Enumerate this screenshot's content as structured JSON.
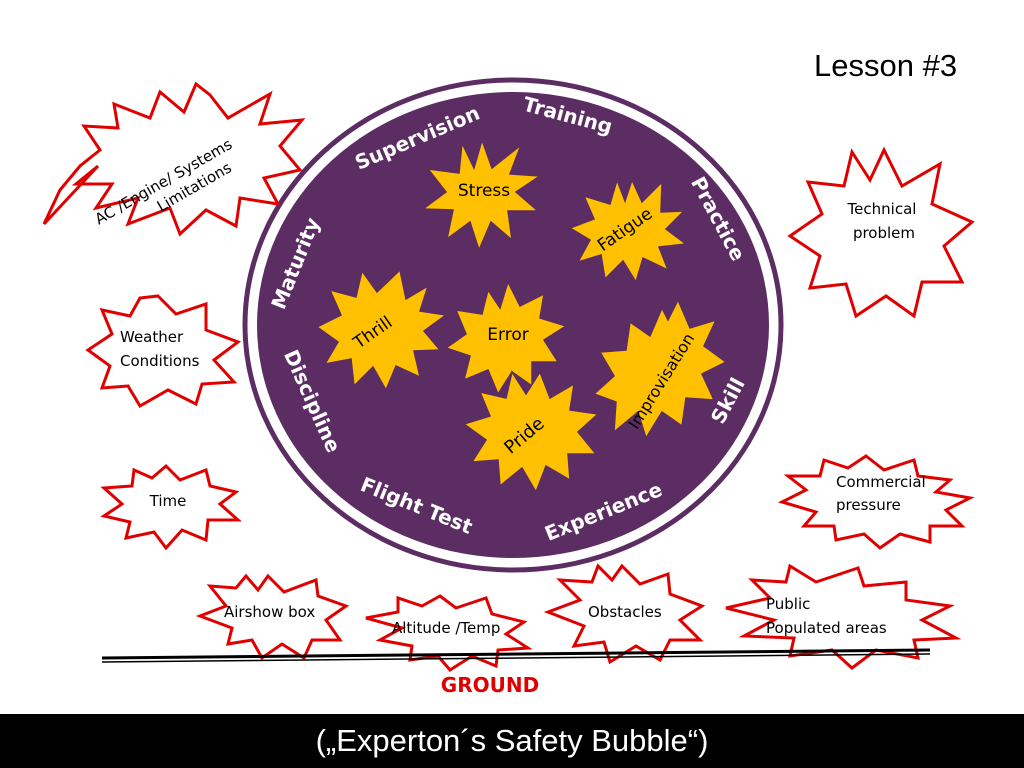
{
  "header": {
    "lesson": "Lesson #3"
  },
  "bubble": {
    "fill_color": "#5b2d63",
    "ring_labels": {
      "supervision": "Supervision",
      "training": "Training",
      "practice": "Practice",
      "maturity": "Maturity",
      "discipline": "Discipline",
      "flight_test": "Flight Test",
      "experience": "Experience",
      "skill": "Skill"
    },
    "inner_factors": {
      "stress": "Stress",
      "fatigue": "Fatigue",
      "thrill": "Thrill",
      "error": "Error",
      "pride": "Pride",
      "improvisation": "Improvisation"
    }
  },
  "external_threats": {
    "ac_limits_line1": "AC /Engine/ Systems",
    "ac_limits_line2": "Limitations",
    "technical_line1": "Technical",
    "technical_line2": "problem",
    "weather_line1": "Weather",
    "weather_line2": "Conditions",
    "time": "Time",
    "commercial_line1": "Commercial",
    "commercial_line2": "pressure",
    "airshow_box": "Airshow box",
    "altitude_temp": "Altitude /Temp",
    "obstacles": "Obstacles",
    "public_line1": "Public",
    "public_line2": "Populated areas"
  },
  "ground_label": "GROUND",
  "footer": {
    "caption": "(„Experton´s Safety Bubble“)"
  },
  "colors": {
    "threat_outline": "#e00000",
    "inner_star_fill": "#ffc000",
    "ring_text": "#ffffff",
    "ground_text": "#e00000"
  }
}
